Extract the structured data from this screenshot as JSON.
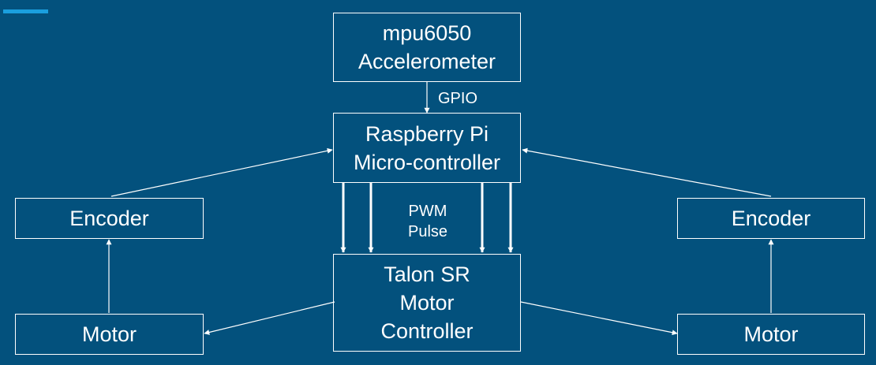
{
  "colors": {
    "background": "#03517d",
    "accent": "#1a9fdf",
    "line": "#ffffff"
  },
  "nodes": {
    "mpu": {
      "line1": "mpu6050",
      "line2": "Accelerometer"
    },
    "pi": {
      "line1": "Raspberry Pi",
      "line2": "Micro-controller"
    },
    "talon": {
      "line1": "Talon SR",
      "line2": "Motor",
      "line3": "Controller"
    },
    "encoder_left": {
      "label": "Encoder"
    },
    "encoder_right": {
      "label": "Encoder"
    },
    "motor_left": {
      "label": "Motor"
    },
    "motor_right": {
      "label": "Motor"
    }
  },
  "edges": {
    "gpio": "GPIO",
    "pwm_line1": "PWM",
    "pwm_line2": "Pulse"
  }
}
